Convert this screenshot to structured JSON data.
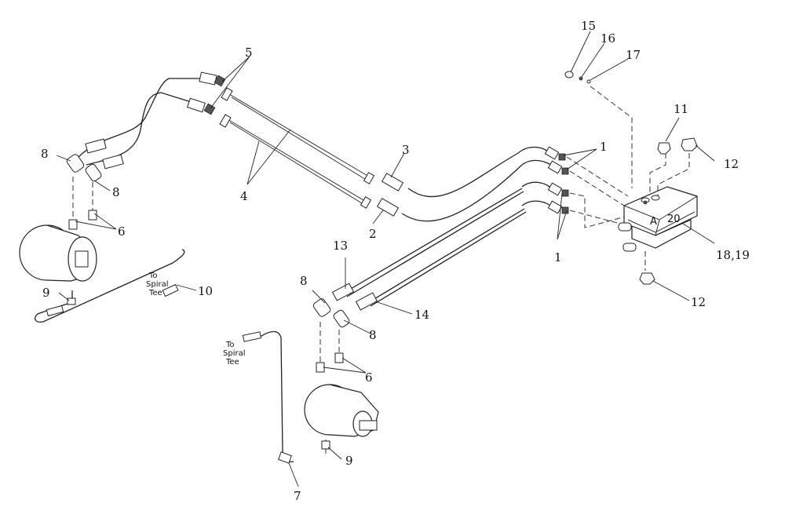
{
  "callouts": [
    {
      "id": "c1a",
      "label": "1"
    },
    {
      "id": "c1b",
      "label": "1"
    },
    {
      "id": "c2",
      "label": "2"
    },
    {
      "id": "c3",
      "label": "3"
    },
    {
      "id": "c4",
      "label": "4"
    },
    {
      "id": "c5",
      "label": "5"
    },
    {
      "id": "c6a",
      "label": "6"
    },
    {
      "id": "c6b",
      "label": "6"
    },
    {
      "id": "c7",
      "label": "7"
    },
    {
      "id": "c8a",
      "label": "8"
    },
    {
      "id": "c8b",
      "label": "8"
    },
    {
      "id": "c8c",
      "label": "8"
    },
    {
      "id": "c8d",
      "label": "8"
    },
    {
      "id": "c9a",
      "label": "9"
    },
    {
      "id": "c9b",
      "label": "9"
    },
    {
      "id": "c10",
      "label": "10"
    },
    {
      "id": "c11",
      "label": "11"
    },
    {
      "id": "c12a",
      "label": "12"
    },
    {
      "id": "c12b",
      "label": "12"
    },
    {
      "id": "c13",
      "label": "13"
    },
    {
      "id": "c14",
      "label": "14"
    },
    {
      "id": "c15",
      "label": "15"
    },
    {
      "id": "c16",
      "label": "16"
    },
    {
      "id": "c17",
      "label": "17"
    },
    {
      "id": "c1819",
      "label": "18,19"
    }
  ],
  "notes": {
    "spiral_tee_1": [
      "To",
      "Spiral",
      "Tee"
    ],
    "spiral_tee_2": [
      "To",
      "Spiral",
      "Tee"
    ]
  },
  "block": {
    "letter": "A",
    "number": "20"
  }
}
